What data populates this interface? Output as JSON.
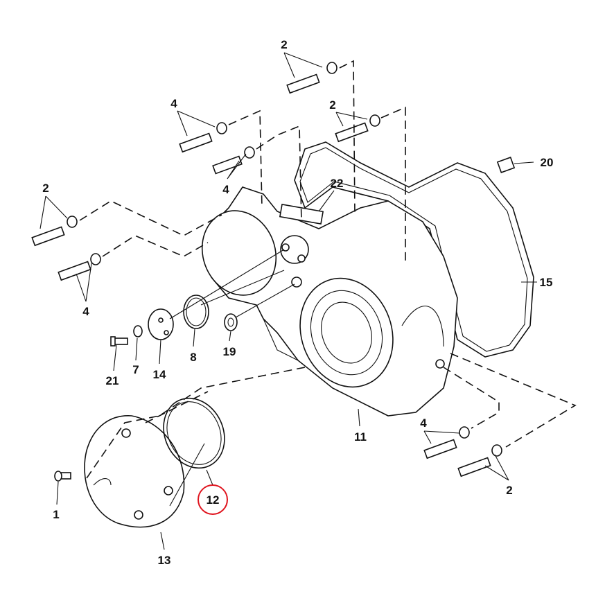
{
  "diagram": {
    "title": "Exploded view - cover assembly",
    "highlight_color": "#e0141e",
    "highlighted_part": "12",
    "callouts": [
      {
        "id": "c-2-top",
        "label": "2"
      },
      {
        "id": "c-4-top",
        "label": "4"
      },
      {
        "id": "c-2-mid",
        "label": "2"
      },
      {
        "id": "c-20",
        "label": "20"
      },
      {
        "id": "c-22",
        "label": "22"
      },
      {
        "id": "c-4-mid",
        "label": "4"
      },
      {
        "id": "c-2-left",
        "label": "2"
      },
      {
        "id": "c-4-left",
        "label": "4"
      },
      {
        "id": "c-15",
        "label": "15"
      },
      {
        "id": "c-21",
        "label": "21"
      },
      {
        "id": "c-7",
        "label": "7"
      },
      {
        "id": "c-14",
        "label": "14"
      },
      {
        "id": "c-8",
        "label": "8"
      },
      {
        "id": "c-19",
        "label": "19"
      },
      {
        "id": "c-11",
        "label": "11"
      },
      {
        "id": "c-4-right",
        "label": "4"
      },
      {
        "id": "c-2-right",
        "label": "2"
      },
      {
        "id": "c-12",
        "label": "12"
      },
      {
        "id": "c-1",
        "label": "1"
      },
      {
        "id": "c-13",
        "label": "13"
      }
    ]
  }
}
